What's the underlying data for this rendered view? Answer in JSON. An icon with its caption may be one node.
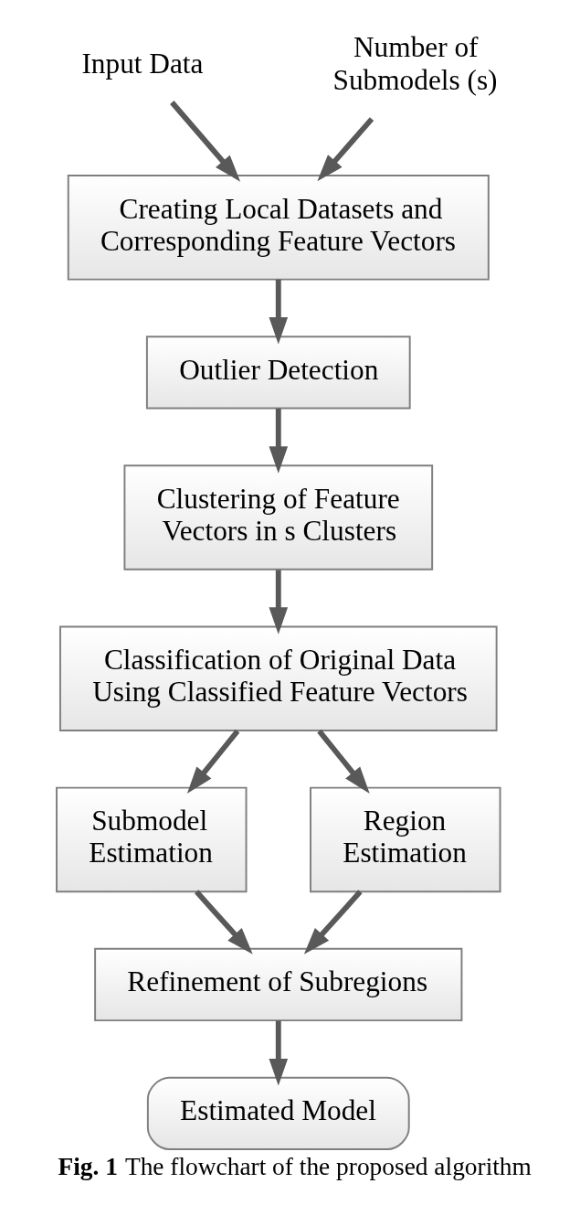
{
  "diagram": {
    "caption": "**Fig. 1** The flowchart of the proposed algorithm",
    "nodes": [
      {
        "text": [
          "Input Data"
        ]
      },
      {
        "text": [
          "Number of Submodels (s)"
        ]
      },
      {
        "text": [
          "Creating Local Datasets and Corresponding Feature Vectors"
        ]
      },
      {
        "text": [
          "Outlier Detection"
        ]
      },
      {
        "text": [
          "Clustering of Feature Vectors in s Clusters"
        ]
      },
      {
        "text": [
          "Classification of Original Data Using Classified Feature Vectors"
        ]
      },
      {
        "text": [
          "Submodel Estimation"
        ]
      },
      {
        "text": [
          "Region Estimation"
        ]
      },
      {
        "text": [
          "Refinement of Subregions"
        ]
      },
      {
        "text": [
          "Estimated Model"
        ]
      }
    ],
    "edges": [
      {
        "from": 0,
        "to": 2,
        "arrow": "to"
      },
      {
        "from": 1,
        "to": 2,
        "arrow": "to"
      },
      {
        "from": 2,
        "to": 3,
        "arrow": "to"
      },
      {
        "from": 3,
        "to": 4,
        "arrow": "to"
      },
      {
        "from": 4,
        "to": 5,
        "arrow": "to"
      },
      {
        "from": 5,
        "to": 6,
        "arrow": "to"
      },
      {
        "from": 5,
        "to": 7,
        "arrow": "to"
      },
      {
        "from": 6,
        "to": 8,
        "arrow": "to"
      },
      {
        "from": 7,
        "to": 8,
        "arrow": "to"
      },
      {
        "from": 8,
        "to": 9,
        "arrow": "to"
      }
    ]
  }
}
